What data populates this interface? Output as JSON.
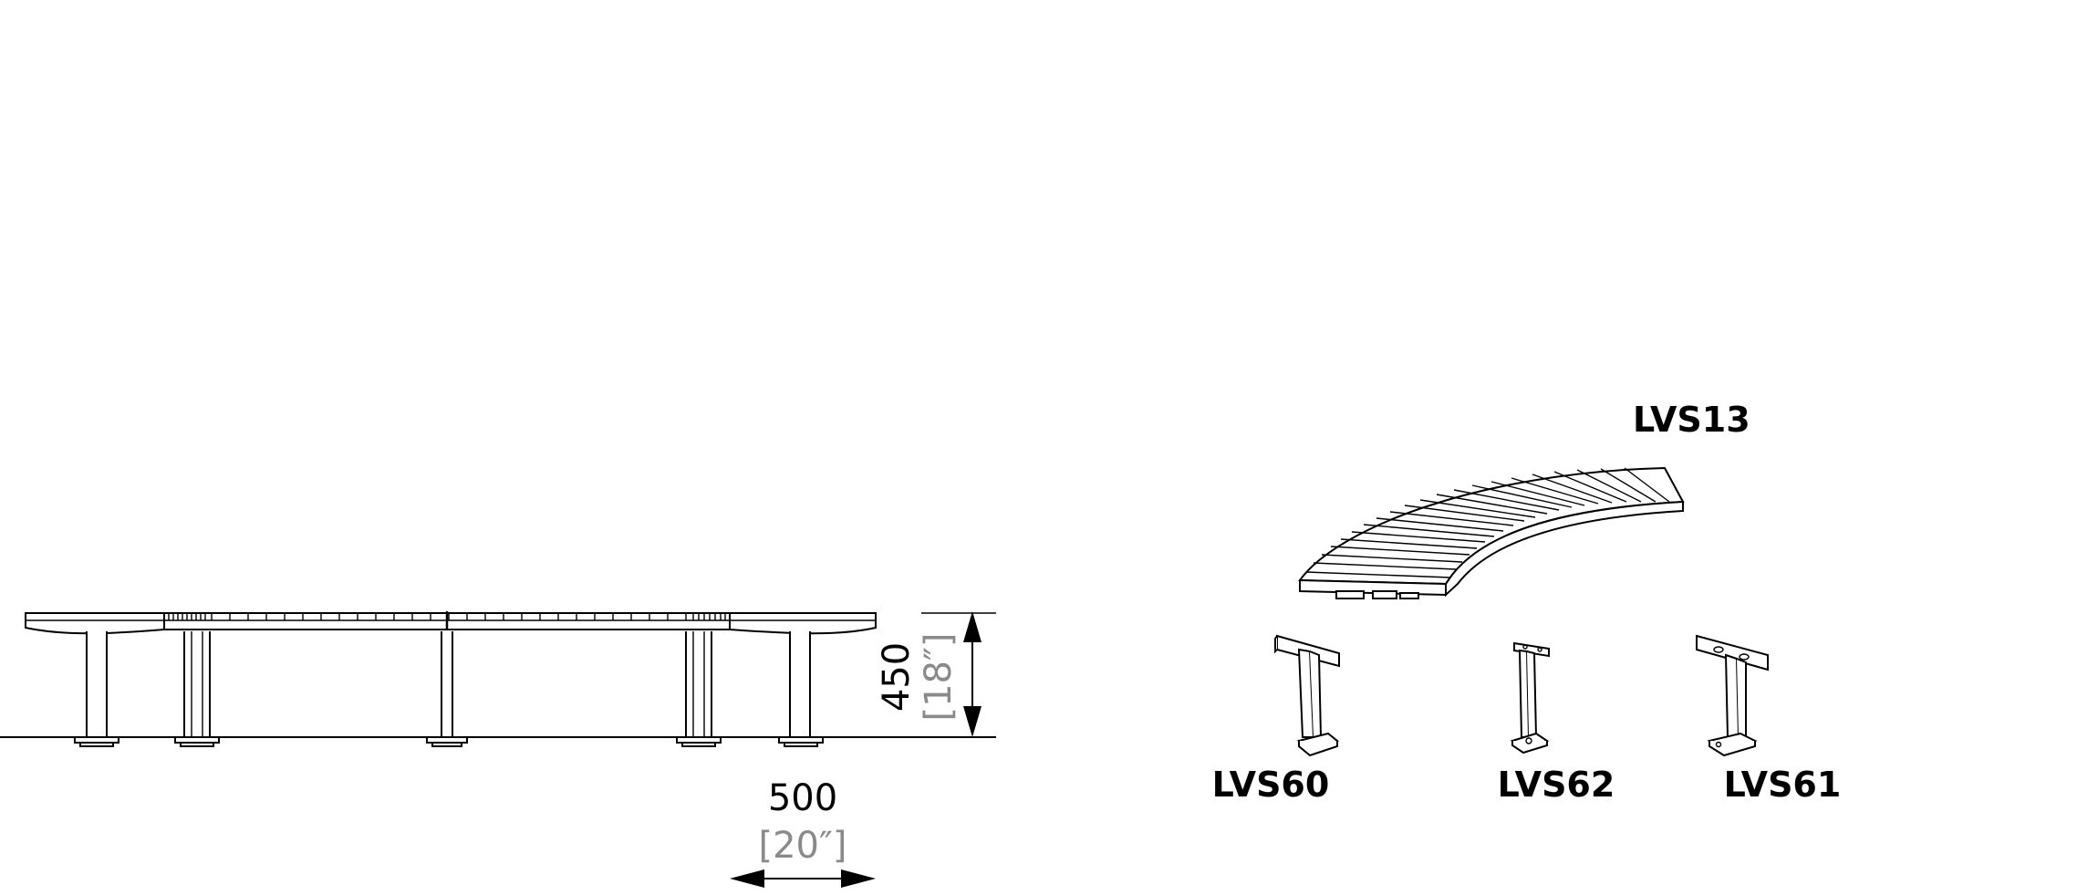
{
  "elevation_view": {
    "height_dimension": {
      "value": "450",
      "imperial": "[18″]"
    },
    "depth_dimension": {
      "value": "500",
      "imperial": "[20″]"
    }
  },
  "components": {
    "seat": {
      "code": "LVS13"
    },
    "leg_left": {
      "code": "LVS60"
    },
    "leg_middle": {
      "code": "LVS62"
    },
    "leg_right": {
      "code": "LVS61"
    }
  }
}
